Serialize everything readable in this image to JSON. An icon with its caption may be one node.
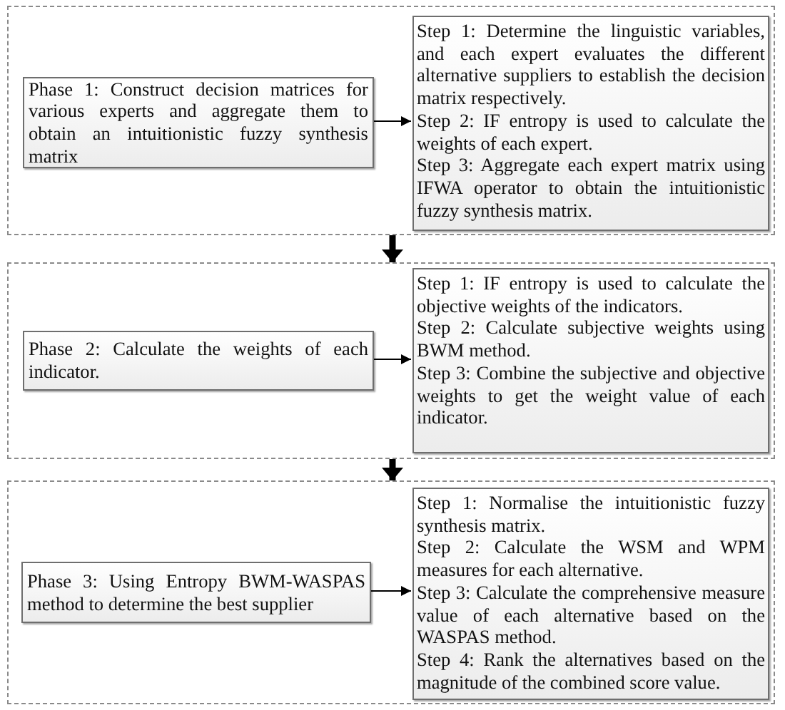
{
  "diagram": {
    "nodes": [
      {
        "text": [],
        "shape": "box"
      },
      {
        "text": [
          "Phase 1: Construct decision matrices for various experts and aggregate them to obtain an intuitionistic fuzzy synthesis matrix"
        ],
        "in": 0
      },
      {
        "text": [
          "Step 1: Determine the linguistic variables, and each expert evaluates the different alternative suppliers to establish the decision matrix respectively.",
          "Step 2: IF entropy is used to calculate the weights of each expert.",
          "Step 3: Aggregate each expert matrix using IFWA operator to obtain the intuitionistic fuzzy synthesis matrix."
        ],
        "in": 0
      },
      {
        "text": [],
        "shape": "box"
      },
      {
        "text": [
          "Phase 2: Calculate the weights of each indicator."
        ],
        "in": 3
      },
      {
        "text": [
          "Step 1: IF entropy is used to calculate the objective weights of the indicators.",
          "Step 2: Calculate subjective weights using BWM method.",
          "Step 3: Combine the subjective and objective weights to get the weight value of each indicator."
        ],
        "in": 3
      },
      {
        "text": [],
        "shape": "box"
      },
      {
        "text": [
          "Phase 3: Using Entropy BWM-WASPAS method to determine the best supplier"
        ],
        "in": 6
      },
      {
        "text": [
          "Step 1: Normalise the intuitionistic fuzzy synthesis matrix.",
          "Step 2: Calculate the WSM and WPM measures for each alternative.",
          "Step 3: Calculate the comprehensive measure value of each alternative based on the WASPAS method.",
          "Step 4: Rank the alternatives based on the magnitude of the combined score value."
        ],
        "in": 6
      }
    ],
    "edges": [
      {
        "from": 1,
        "to": 2,
        "arrow": "to"
      },
      {
        "from": 0,
        "to": 3,
        "arrow": "to",
        "style": "thick"
      },
      {
        "from": 4,
        "to": 5,
        "arrow": "to"
      },
      {
        "from": 3,
        "to": 6,
        "arrow": "to",
        "style": "thick"
      },
      {
        "from": 7,
        "to": 8,
        "arrow": "to"
      }
    ]
  }
}
